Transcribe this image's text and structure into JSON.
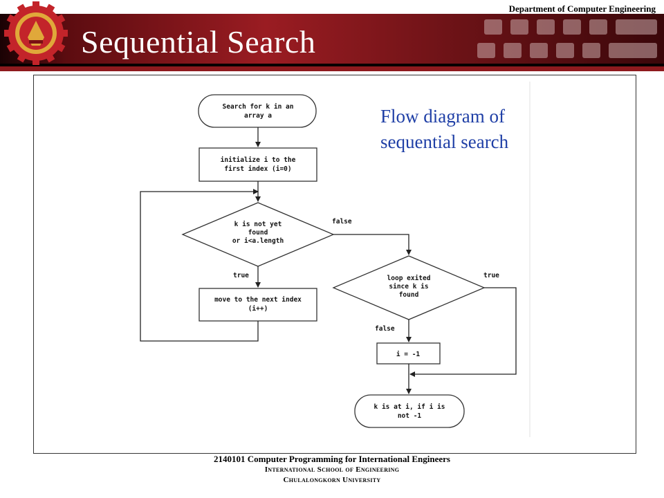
{
  "header": {
    "department": "Department of Computer Engineering",
    "title": "Sequential Search"
  },
  "caption": {
    "line1": "Flow diagram of",
    "line2": "sequential search"
  },
  "flowchart": {
    "start": [
      "Search for k in an",
      "array a"
    ],
    "init": [
      "initialize i to the",
      "first index (i=0)"
    ],
    "cond1": [
      "k is not yet",
      "found",
      "or i<a.length"
    ],
    "next": [
      "move to the next index",
      "(i++)"
    ],
    "cond2": [
      "loop exited",
      "since k is",
      "found"
    ],
    "assign": "i = -1",
    "end": [
      "k is at i, if i is",
      "not -1"
    ],
    "labels": {
      "false1": "false",
      "true1": "true",
      "true2": "true",
      "false2": "false"
    }
  },
  "footer": {
    "line1": "2140101 Computer Programming for International Engineers",
    "line2": "International School of Engineering",
    "line3": "Chulalongkorn University"
  },
  "colors": {
    "header_red": "#8e1a1e",
    "caption_blue": "#1f3fa6"
  }
}
